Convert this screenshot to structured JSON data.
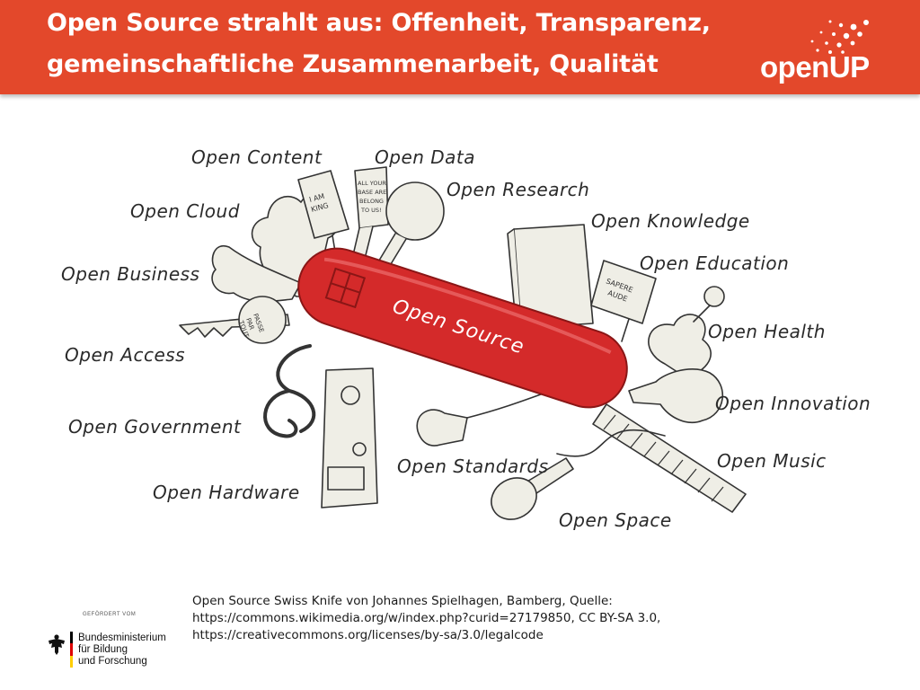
{
  "header": {
    "title_line1": "Open Source strahlt aus: Offenheit, Transparenz,",
    "title_line2": "gemeinschaftliche Zusammenarbeit, Qualität",
    "logo_text": "openUP",
    "background": "#e3482b"
  },
  "illustration": {
    "center_label": "Open Source",
    "labels": [
      "Open Content",
      "Open Data",
      "Open Research",
      "Open Cloud",
      "Open Knowledge",
      "Open Education",
      "Open Business",
      "Open Health",
      "Open Access",
      "Open Innovation",
      "Open Government",
      "Open Music",
      "Open Standards",
      "Open Hardware",
      "Open Space"
    ],
    "sign_text": [
      "I AM",
      "KING"
    ],
    "can_text": [
      "ALL YOUR",
      "BASE ARE",
      "BELONG",
      "TO US!"
    ],
    "key_text": [
      "PASSE",
      "PAR",
      "TOUT"
    ],
    "plaque_text": [
      "SAPERE",
      "AUDE"
    ],
    "knife_color": "#d42a2a"
  },
  "caption": {
    "line1": "Open Source Swiss Knife von Johannes Spielhagen, Bamberg, Quelle:",
    "line2": "https://commons.wikimedia.org/w/index.php?curid=27179850, CC BY-SA 3.0,",
    "line3": "https://creativecommons.org/licenses/by-sa/3.0/legalcode"
  },
  "funding": {
    "label": "GEFÖRDERT VOM",
    "ministry_line1": "Bundesministerium",
    "ministry_line2": "für Bildung",
    "ministry_line3": "und Forschung"
  }
}
